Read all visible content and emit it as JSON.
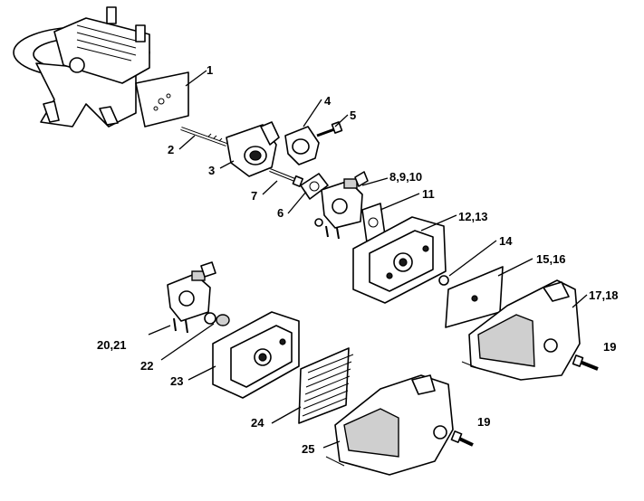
{
  "callouts": {
    "c1": "1",
    "c2": "2",
    "c3": "3",
    "c4": "4",
    "c5": "5",
    "c6": "6",
    "c7": "7",
    "c8": "8,9,10",
    "c11": "11",
    "c12": "12,13",
    "c14": "14",
    "c15": "15,16",
    "c17": "17,18",
    "c19a": "19",
    "c19b": "19",
    "c20": "20,21",
    "c22": "22",
    "c23": "23",
    "c24": "24",
    "c25": "25"
  }
}
